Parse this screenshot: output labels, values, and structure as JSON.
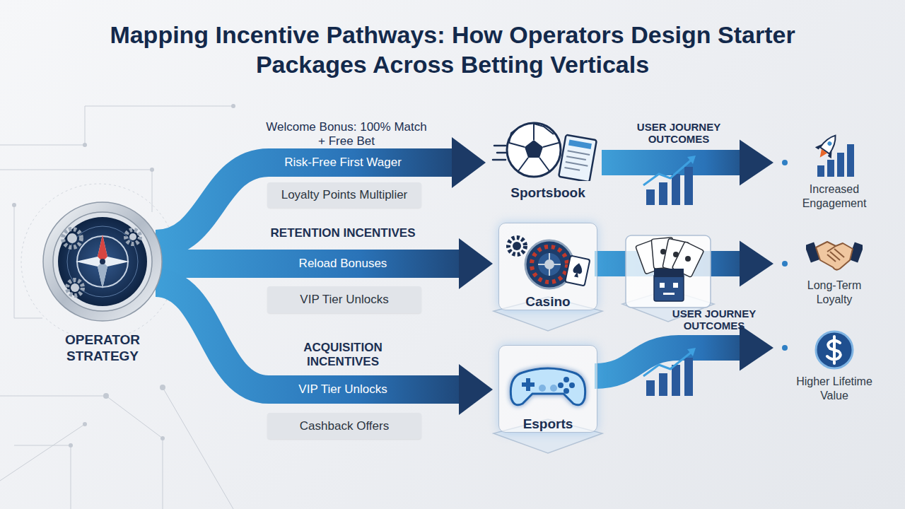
{
  "diagram": {
    "title": "Mapping Incentive Pathways: How Operators Design Starter Packages Across Betting Verticals",
    "nodes": [
      {
        "text": [
          "OPERATOR STRATEGY"
        ]
      },
      {
        "text": [
          "Loyalty Points Multiplier"
        ]
      },
      {
        "text": [
          "Sportsbook"
        ]
      },
      {
        "text": [
          "Increased Engagement"
        ]
      },
      {
        "text": [
          "VIP Tier Unlocks"
        ]
      },
      {
        "text": [
          "Casino"
        ]
      },
      {
        "text": [
          "Long-Term Loyalty"
        ]
      },
      {
        "text": [
          "Cashback Offers"
        ]
      },
      {
        "text": [
          "Esports"
        ]
      },
      {
        "text": [
          "Higher Lifetime Value"
        ]
      }
    ],
    "edges": [
      {
        "from": 0,
        "to": 2,
        "label": "Risk-Free First Wager",
        "arrow": "to"
      },
      {
        "from": 0,
        "to": 5,
        "label": "Reload Bonuses",
        "arrow": "to"
      },
      {
        "from": 0,
        "to": 8,
        "label": "VIP Tier Unlocks",
        "arrow": "to"
      },
      {
        "from": 2,
        "to": 3,
        "label": "USER JOURNEY OUTCOMES",
        "arrow": "to"
      },
      {
        "from": 5,
        "to": 6,
        "arrow": "to"
      },
      {
        "from": 8,
        "to": 9,
        "label": "USER JOURNEY OUTCOMES",
        "arrow": "to"
      }
    ],
    "labels": [
      "Welcome Bonus: 100% Match + Free Bet",
      "RETENTION INCENTIVES",
      "ACQUISITION INCENTIVES"
    ]
  }
}
